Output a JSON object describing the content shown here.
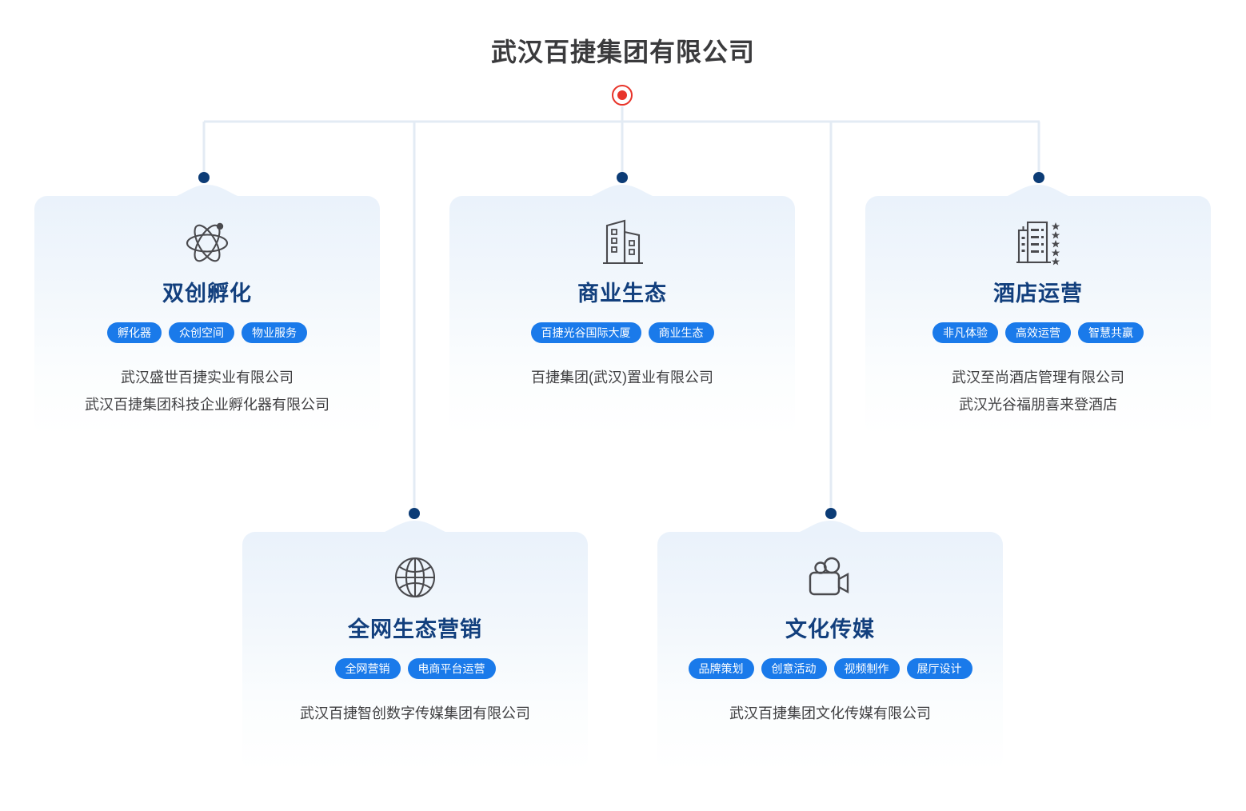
{
  "root": {
    "title": "武汉百捷集团有限公司",
    "node_icon": "red-target-node-icon"
  },
  "theme": {
    "title_color": "#3a3a3c",
    "card_title_color": "#123f7d",
    "tag_bg_color": "#1a7aea",
    "tag_text_color": "#ffffff",
    "node_color": "#0c3c76",
    "root_node_color": "#e8342a",
    "connector_color": "#e3ebf4",
    "card_bg_top": "#eaf2fb",
    "card_bg_bottom": "#ffffff",
    "company_text_color": "#3f3f41"
  },
  "branches": [
    {
      "id": "innovation-incubation",
      "icon": "atom-icon",
      "title": "双创孵化",
      "tags": [
        "孵化器",
        "众创空间",
        "物业服务"
      ],
      "companies": [
        "武汉盛世百捷实业有限公司",
        "武汉百捷集团科技企业孵化器有限公司"
      ]
    },
    {
      "id": "business-ecology",
      "icon": "office-buildings-icon",
      "title": "商业生态",
      "tags": [
        "百捷光谷国际大厦",
        "商业生态"
      ],
      "companies": [
        "百捷集团(武汉)置业有限公司"
      ]
    },
    {
      "id": "hotel-operations",
      "icon": "hotel-stars-icon",
      "title": "酒店运营",
      "tags": [
        "非凡体验",
        "高效运营",
        "智慧共赢"
      ],
      "companies": [
        "武汉至尚酒店管理有限公司",
        "武汉光谷福朋喜来登酒店"
      ]
    },
    {
      "id": "full-network-marketing",
      "icon": "globe-icon",
      "title": "全网生态营销",
      "tags": [
        "全网营销",
        "电商平台运营"
      ],
      "companies": [
        "武汉百捷智创数字传媒集团有限公司"
      ]
    },
    {
      "id": "culture-media",
      "icon": "video-camera-icon",
      "title": "文化传媒",
      "tags": [
        "品牌策划",
        "创意活动",
        "视频制作",
        "展厅设计"
      ],
      "companies": [
        "武汉百捷集团文化传媒有限公司"
      ]
    }
  ]
}
